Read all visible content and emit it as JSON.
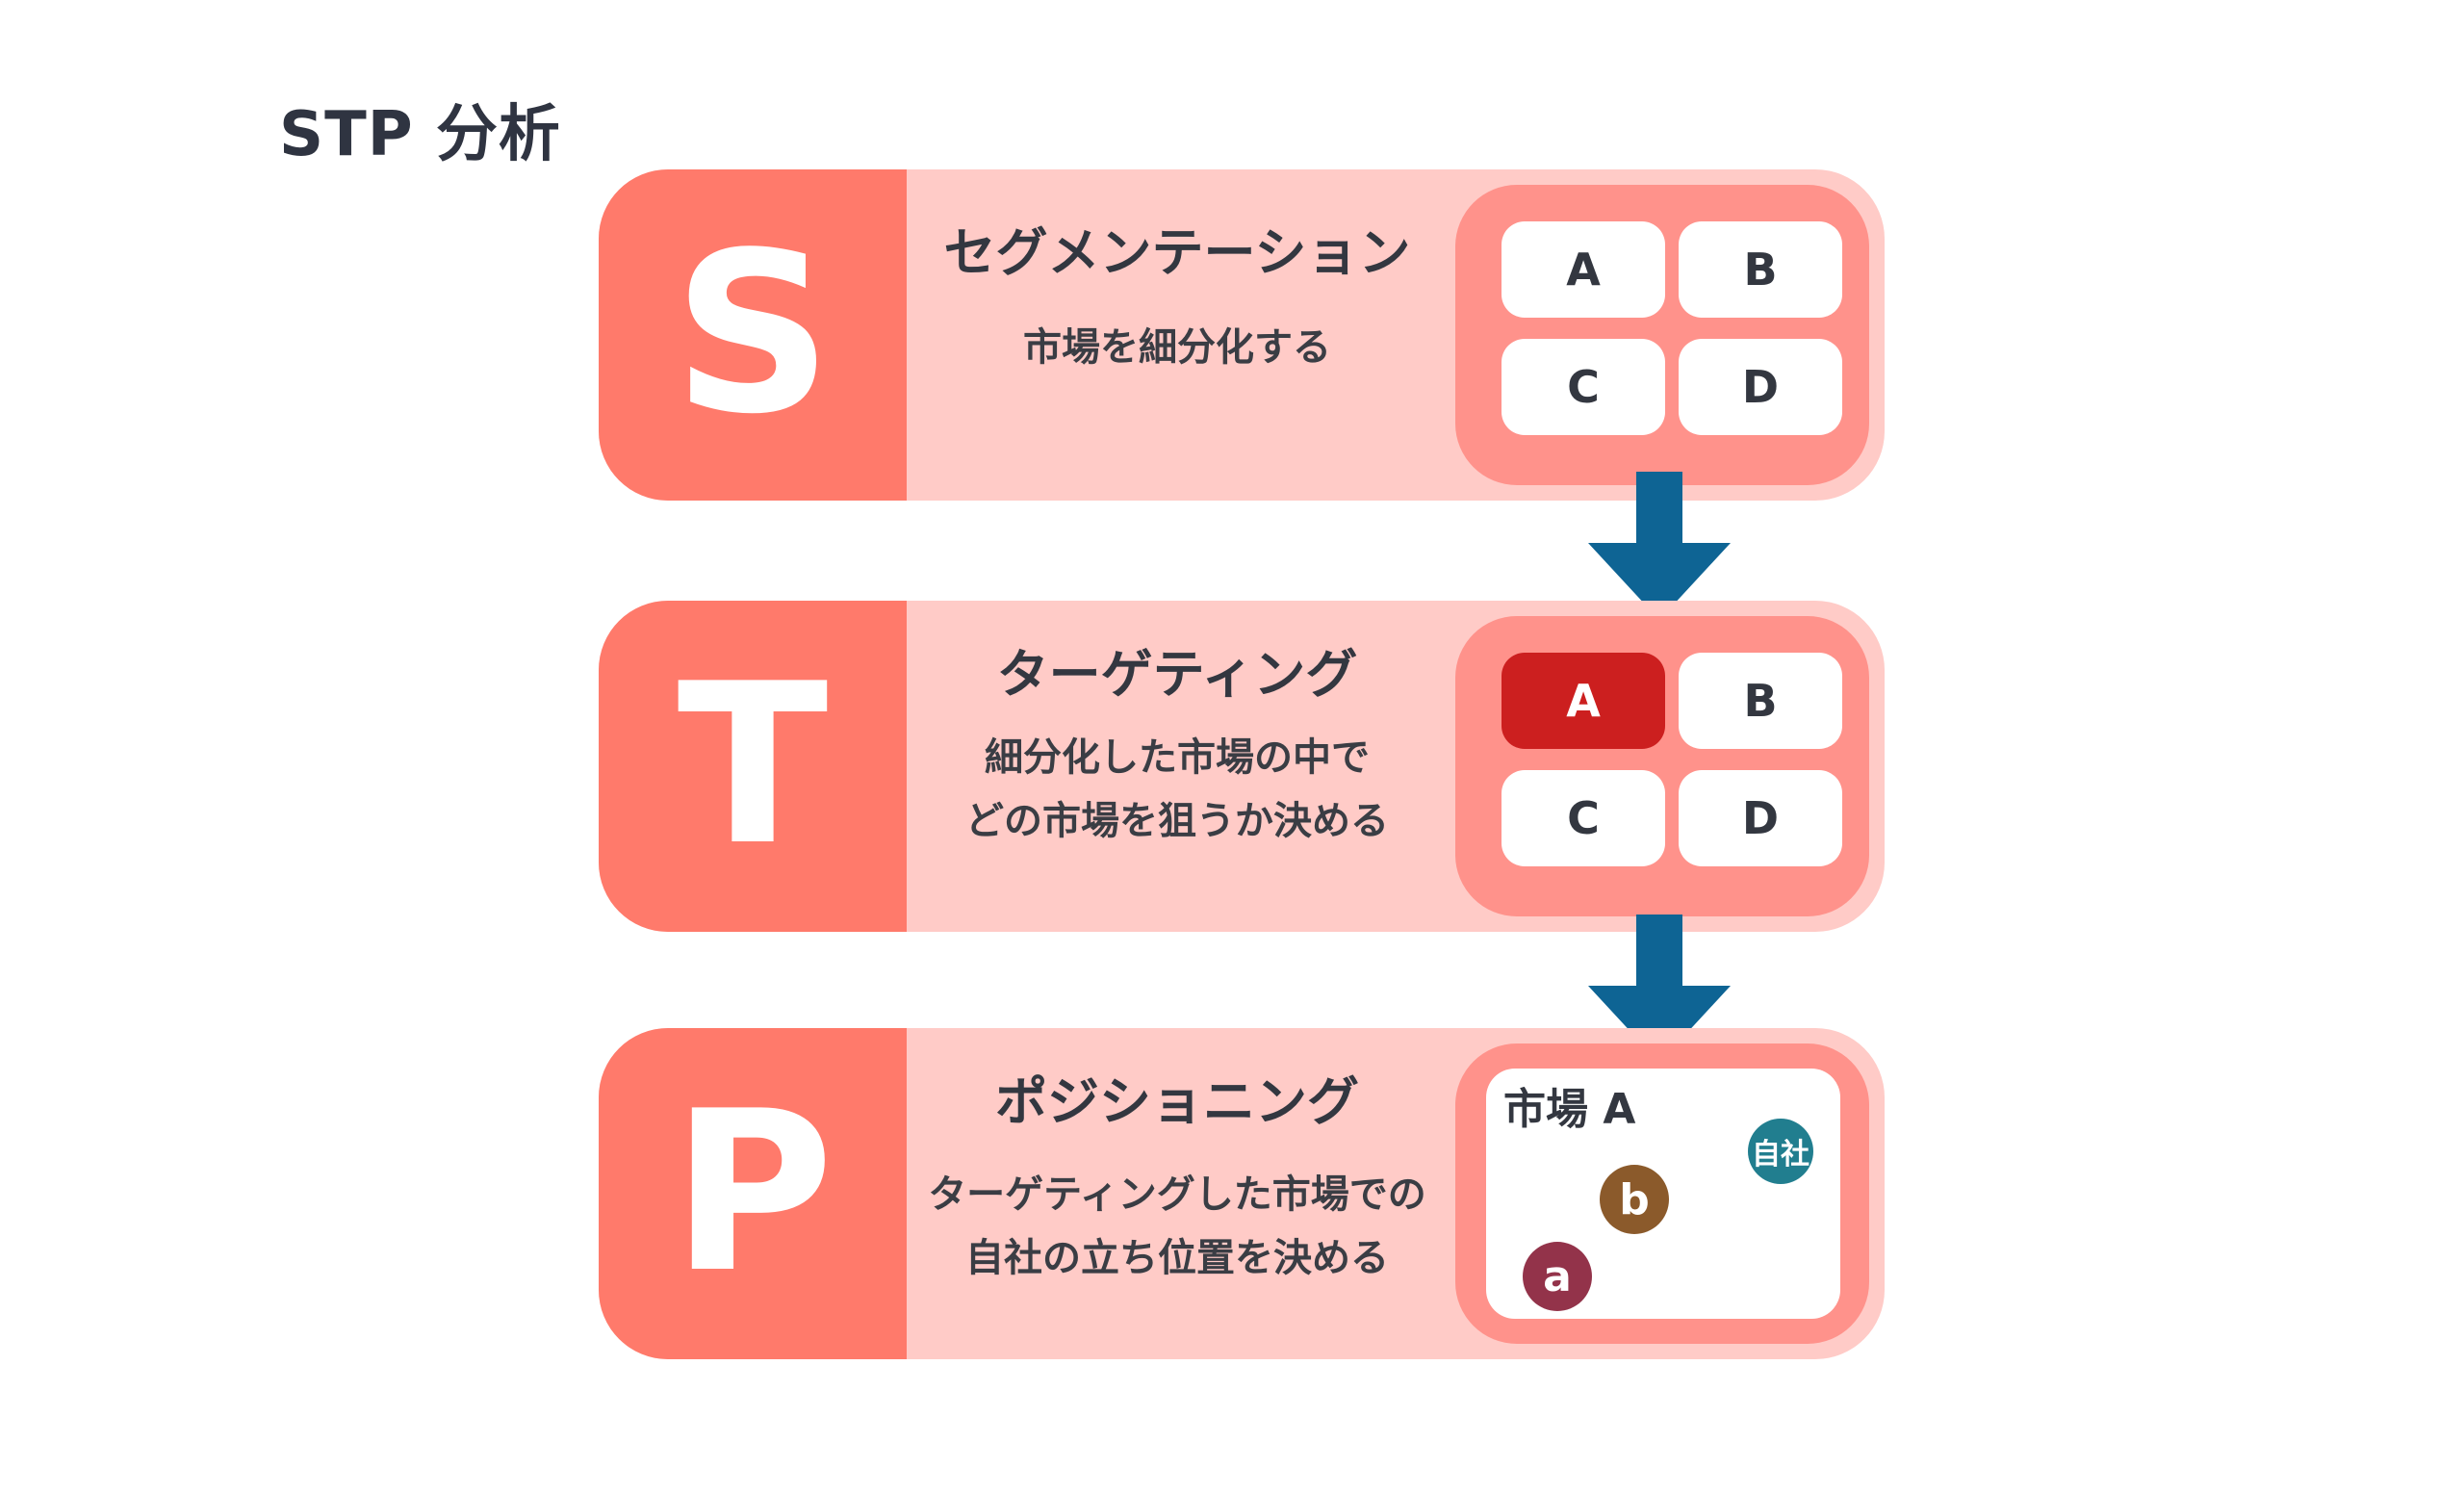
{
  "title": "STP 分析",
  "steps": [
    {
      "letter": "S",
      "title": "セグメンテーション",
      "description": [
        "市場を細分化する"
      ],
      "segments": [
        "A",
        "B",
        "C",
        "D"
      ]
    },
    {
      "letter": "T",
      "title": "ターゲティング",
      "description": [
        "細分化した市場の中で",
        "どの市場を狙うか決める"
      ],
      "segments": [
        "A",
        "B",
        "C",
        "D"
      ],
      "selected_segment": "A"
    },
    {
      "letter": "P",
      "title": "ポジショニング",
      "description": [
        "ターゲティングした市場での",
        "自社の立ち位置を決める"
      ],
      "market_label": "市場 A",
      "players": [
        "自社",
        "b",
        "a"
      ]
    }
  ],
  "colors": {
    "letter_bg": "#ff7a6b",
    "band_bg": "#ffcbc7",
    "panel_bg": "#ff928b",
    "selected": "#cc1f1f",
    "arrow": "#0e6494",
    "self_dot": "#217e8f",
    "b_dot": "#8b5a2b",
    "a_dot": "#93334a"
  }
}
